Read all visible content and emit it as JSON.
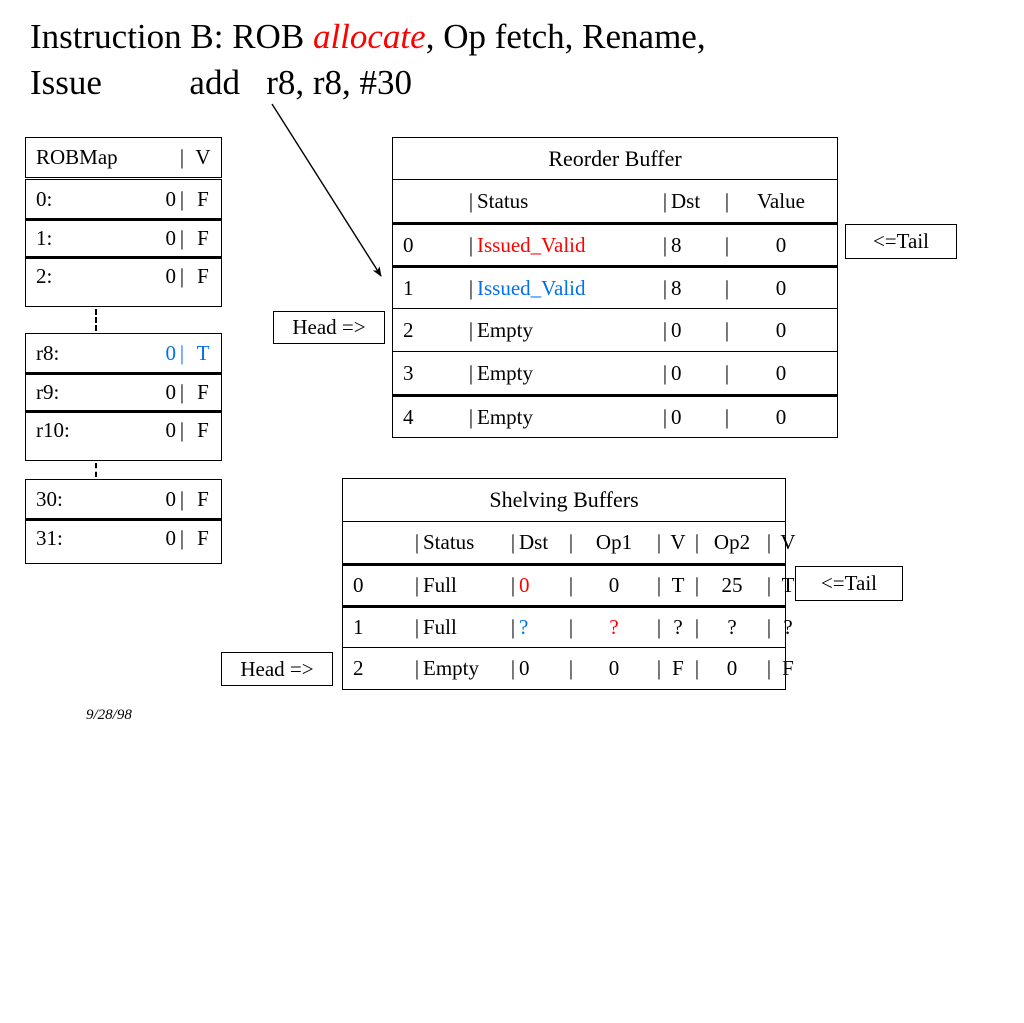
{
  "title": {
    "line1_a": "Instruction B: ROB ",
    "line1_em": "allocate",
    "line1_b": ", Op fetch, Rename,",
    "line2": "Issue          add   r8, r8, #30"
  },
  "colors": {
    "highlight_red": "#ff0000",
    "highlight_blue": "#0070f0",
    "text": "#000000",
    "background": "#ffffff"
  },
  "robmap": {
    "header": {
      "name": "ROBMap",
      "bar": "|",
      "v": "V"
    },
    "block_a": [
      {
        "label": "0:",
        "value": "0",
        "bar": "|",
        "v": "F",
        "value_color": "",
        "v_color": ""
      },
      {
        "label": "1:",
        "value": "0",
        "bar": "|",
        "v": "F",
        "value_color": "",
        "v_color": ""
      },
      {
        "label": "2:",
        "value": "0",
        "bar": "|",
        "v": "F",
        "value_color": "",
        "v_color": ""
      }
    ],
    "block_b": [
      {
        "label": "r8:",
        "value": "0",
        "bar": "|",
        "v": "T",
        "value_color": "blue",
        "v_color": "blue"
      },
      {
        "label": "r9:",
        "value": "0",
        "bar": "|",
        "v": "F",
        "value_color": "",
        "v_color": ""
      },
      {
        "label": "r10:",
        "value": "0",
        "bar": "|",
        "v": "F",
        "value_color": "",
        "v_color": ""
      }
    ],
    "block_c": [
      {
        "label": "30:",
        "value": "0",
        "bar": "|",
        "v": "F",
        "value_color": "",
        "v_color": ""
      },
      {
        "label": "31:",
        "value": "0",
        "bar": "|",
        "v": "F",
        "value_color": "",
        "v_color": ""
      }
    ]
  },
  "reorder_buffer": {
    "title": "Reorder Buffer",
    "header": {
      "idx": "",
      "b1": "|",
      "status": "Status",
      "b2": "|",
      "dst": "Dst",
      "b3": "|",
      "value": "Value"
    },
    "rows": [
      {
        "idx": "0",
        "b1": "|",
        "status": "Issued_Valid",
        "status_color": "red",
        "b2": "|",
        "dst": "8",
        "b3": "|",
        "value": "0"
      },
      {
        "idx": "1",
        "b1": "|",
        "status": "Issued_Valid",
        "status_color": "blue",
        "b2": "|",
        "dst": "8",
        "b3": "|",
        "value": "0"
      },
      {
        "idx": "2",
        "b1": "|",
        "status": "Empty",
        "status_color": "",
        "b2": "|",
        "dst": "0",
        "b3": "|",
        "value": "0"
      },
      {
        "idx": "3",
        "b1": "|",
        "status": "Empty",
        "status_color": "",
        "b2": "|",
        "dst": "0",
        "b3": "|",
        "value": "0"
      },
      {
        "idx": "4",
        "b1": "|",
        "status": "Empty",
        "status_color": "",
        "b2": "|",
        "dst": "0",
        "b3": "|",
        "value": "0"
      }
    ],
    "head_marker": "Head =>",
    "tail_marker": "<=Tail"
  },
  "shelving_buffers": {
    "title": "Shelving Buffers",
    "header": {
      "idx": "",
      "b1": "|",
      "status": "Status",
      "b2": "|",
      "dst": "Dst",
      "b3": "|",
      "op1": "Op1",
      "b4": "|",
      "v1": "V",
      "b5": "|",
      "op2": "Op2",
      "b6": "|",
      "v2": "V"
    },
    "rows": [
      {
        "idx": "0",
        "b1": "|",
        "status": "Full",
        "b2": "|",
        "dst": "0",
        "dst_color": "red",
        "b3": "|",
        "op1": "0",
        "op1_color": "",
        "b4": "|",
        "v1": "T",
        "b5": "|",
        "op2": "25",
        "b6": "|",
        "v2": "T"
      },
      {
        "idx": "1",
        "b1": "|",
        "status": "Full",
        "b2": "|",
        "dst": "?",
        "dst_color": "blue",
        "b3": "|",
        "op1": "?",
        "op1_color": "red",
        "b4": "|",
        "v1": "?",
        "b5": "|",
        "op2": "?",
        "b6": "|",
        "v2": "?"
      },
      {
        "idx": "2",
        "b1": "|",
        "status": "Empty",
        "b2": "|",
        "dst": "0",
        "dst_color": "",
        "b3": "|",
        "op1": "0",
        "op1_color": "",
        "b4": "|",
        "v1": "F",
        "b5": "|",
        "op2": "0",
        "b6": "|",
        "v2": "F"
      }
    ],
    "head_marker": "Head =>",
    "tail_marker": "<=Tail"
  },
  "footer": {
    "date": "9/28/98"
  }
}
